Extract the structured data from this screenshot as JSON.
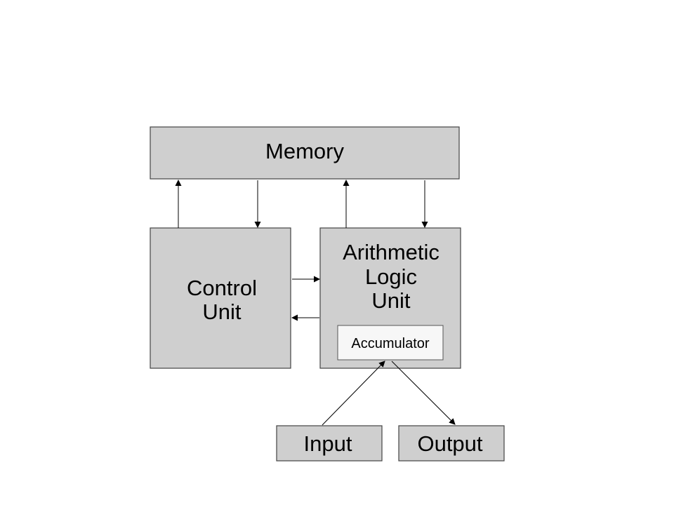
{
  "diagram": {
    "memory": "Memory",
    "control_unit": [
      "Control",
      "Unit"
    ],
    "alu": [
      "Arithmetic",
      "Logic",
      "Unit"
    ],
    "accumulator": "Accumulator",
    "input": "Input",
    "output": "Output"
  },
  "colors": {
    "box_fill": "#cfcfcf",
    "inner_box_fill": "#f7f7f7",
    "stroke": "#444444"
  }
}
